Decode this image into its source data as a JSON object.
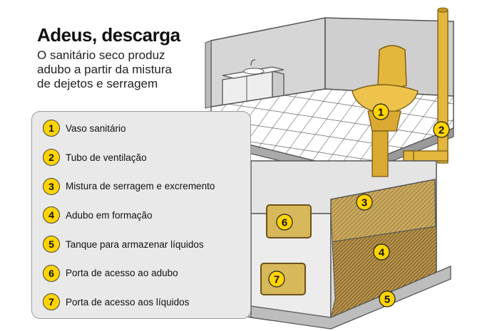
{
  "header": {
    "title": "Adeus, descarga",
    "subtitle": "O sanitário seco produz adubo a partir da mistura de dejetos e serragem"
  },
  "legend": [
    {
      "number": "1",
      "label": "Vaso sanitário"
    },
    {
      "number": "2",
      "label": "Tubo de ventilação"
    },
    {
      "number": "3",
      "label": "Mistura de serragem e excremento"
    },
    {
      "number": "4",
      "label": "Adubo em formação"
    },
    {
      "number": "5",
      "label": "Tanque para armazenar líquidos"
    },
    {
      "number": "6",
      "label": "Porta de acesso ao adubo"
    },
    {
      "number": "7",
      "label": "Porta de acesso aos líquidos"
    }
  ],
  "markers": [
    "1",
    "2",
    "3",
    "4",
    "5",
    "6",
    "7"
  ],
  "colors": {
    "badge": "#ffd400",
    "toilet": "#e3b63c",
    "compost": "#c9a95e",
    "panel": "#e9e9e9"
  }
}
